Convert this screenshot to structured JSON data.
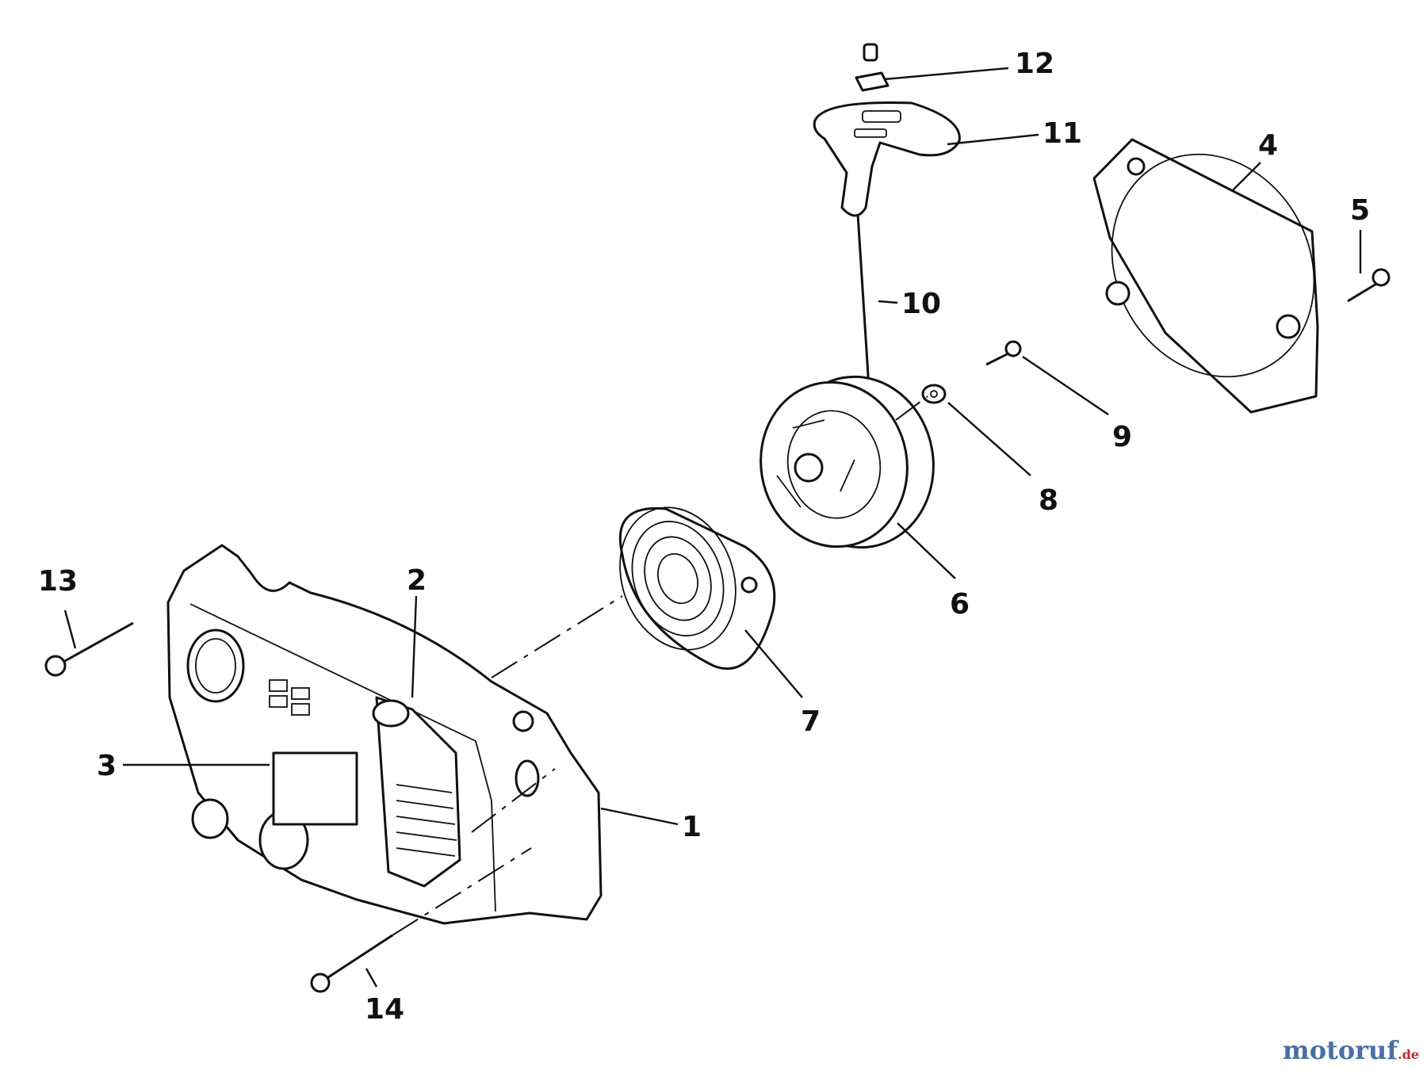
{
  "callouts": [
    {
      "id": "1",
      "label": "1"
    },
    {
      "id": "2",
      "label": "2"
    },
    {
      "id": "3",
      "label": "3"
    },
    {
      "id": "4",
      "label": "4"
    },
    {
      "id": "5",
      "label": "5"
    },
    {
      "id": "6",
      "label": "6"
    },
    {
      "id": "7",
      "label": "7"
    },
    {
      "id": "8",
      "label": "8"
    },
    {
      "id": "9",
      "label": "9"
    },
    {
      "id": "10",
      "label": "10"
    },
    {
      "id": "11",
      "label": "11"
    },
    {
      "id": "12",
      "label": "12"
    },
    {
      "id": "13",
      "label": "13"
    },
    {
      "id": "14",
      "label": "14"
    }
  ],
  "watermark": {
    "main": "motoruf",
    "suffix": ".de"
  }
}
